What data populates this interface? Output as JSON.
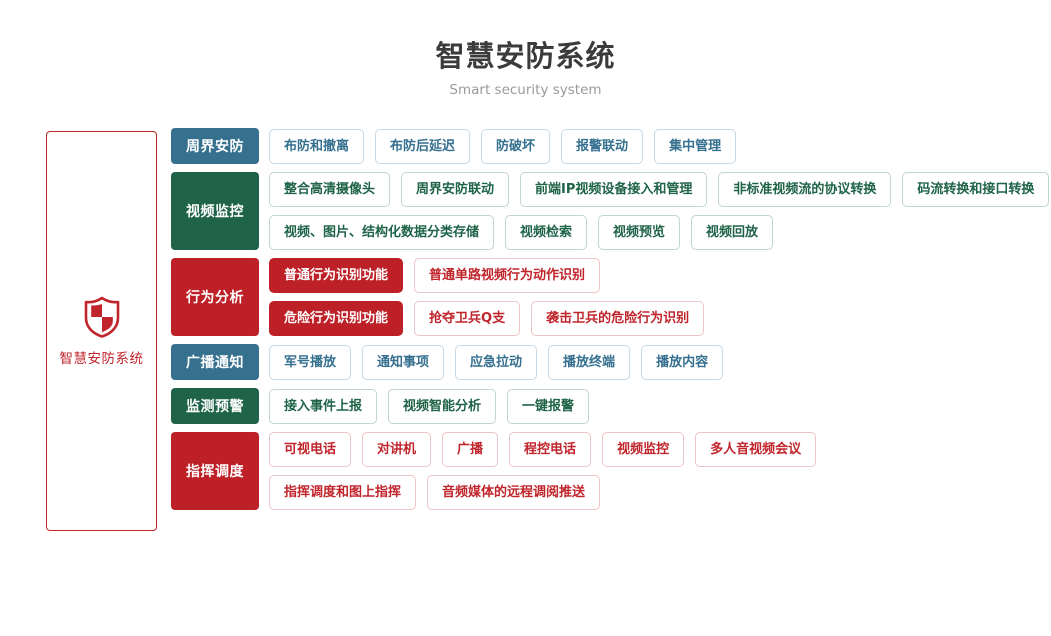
{
  "header": {
    "title": "智慧安防系统",
    "subtitle": "Smart security system"
  },
  "brand": {
    "icon": "shield-icon",
    "label": "智慧安防系统",
    "color": "#c0252c"
  },
  "colors": {
    "blue": "#35708f",
    "green": "#1f6349",
    "red": "#bd2027",
    "title_text": "#3b3b3b",
    "subtitle_text": "#9a9a9a"
  },
  "categories": [
    {
      "label": "周界安防",
      "theme": "blue",
      "lines": [
        [
          {
            "label": "布防和撤离",
            "style": "blue"
          },
          {
            "label": "布防后延迟",
            "style": "blue"
          },
          {
            "label": "防破坏",
            "style": "blue"
          },
          {
            "label": "报警联动",
            "style": "blue"
          },
          {
            "label": "集中管理",
            "style": "blue"
          }
        ]
      ]
    },
    {
      "label": "视频监控",
      "theme": "green",
      "lines": [
        [
          {
            "label": "整合高清摄像头",
            "style": "green"
          },
          {
            "label": "周界安防联动",
            "style": "green"
          },
          {
            "label": "前端IP视频设备接入和管理",
            "style": "green"
          },
          {
            "label": "非标准视频流的协议转换",
            "style": "green"
          },
          {
            "label": "码流转换和接口转换",
            "style": "green"
          }
        ],
        [
          {
            "label": "视频、图片、结构化数据分类存储",
            "style": "green"
          },
          {
            "label": "视频检索",
            "style": "green"
          },
          {
            "label": "视频预览",
            "style": "green"
          },
          {
            "label": "视频回放",
            "style": "green"
          }
        ]
      ]
    },
    {
      "label": "行为分析",
      "theme": "red",
      "lines": [
        [
          {
            "label": "普通行为识别功能",
            "style": "red-filled"
          },
          {
            "label": "普通单路视频行为动作识别",
            "style": "red"
          }
        ],
        [
          {
            "label": "危险行为识别功能",
            "style": "red-filled"
          },
          {
            "label": "抢夺卫兵Q支",
            "style": "red"
          },
          {
            "label": "袭击卫兵的危险行为识别",
            "style": "red"
          }
        ]
      ]
    },
    {
      "label": "广播通知",
      "theme": "blue",
      "lines": [
        [
          {
            "label": "军号播放",
            "style": "blue"
          },
          {
            "label": "通知事项",
            "style": "blue"
          },
          {
            "label": "应急拉动",
            "style": "blue"
          },
          {
            "label": "播放终端",
            "style": "blue"
          },
          {
            "label": "播放内容",
            "style": "blue"
          }
        ]
      ]
    },
    {
      "label": "监测预警",
      "theme": "green",
      "lines": [
        [
          {
            "label": "接入事件上报",
            "style": "green"
          },
          {
            "label": "视频智能分析",
            "style": "green"
          },
          {
            "label": "一键报警",
            "style": "green"
          }
        ]
      ]
    },
    {
      "label": "指挥调度",
      "theme": "red",
      "lines": [
        [
          {
            "label": "可视电话",
            "style": "red"
          },
          {
            "label": "对讲机",
            "style": "red"
          },
          {
            "label": "广播",
            "style": "red"
          },
          {
            "label": "程控电话",
            "style": "red"
          },
          {
            "label": "视频监控",
            "style": "red"
          },
          {
            "label": "多人音视频会议",
            "style": "red"
          }
        ],
        [
          {
            "label": "指挥调度和图上指挥",
            "style": "red"
          },
          {
            "label": "音频媒体的远程调阅推送",
            "style": "red"
          }
        ]
      ]
    }
  ]
}
